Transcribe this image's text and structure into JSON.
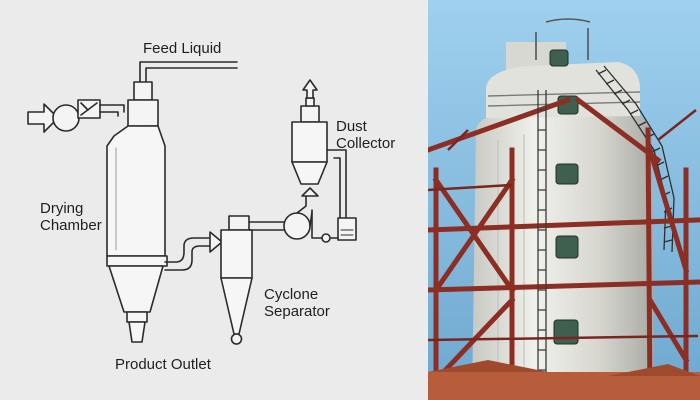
{
  "diagram": {
    "labels": {
      "feed_liquid": "Feed Liquid",
      "dust_collector": "Dust\nCollector",
      "drying_chamber": "Drying\nChamber",
      "cyclone_separator": "Cyclone\nSeparator",
      "product_outlet": "Product Outlet"
    }
  },
  "photo": {
    "subject": "spray-drying-tower-photo"
  }
}
